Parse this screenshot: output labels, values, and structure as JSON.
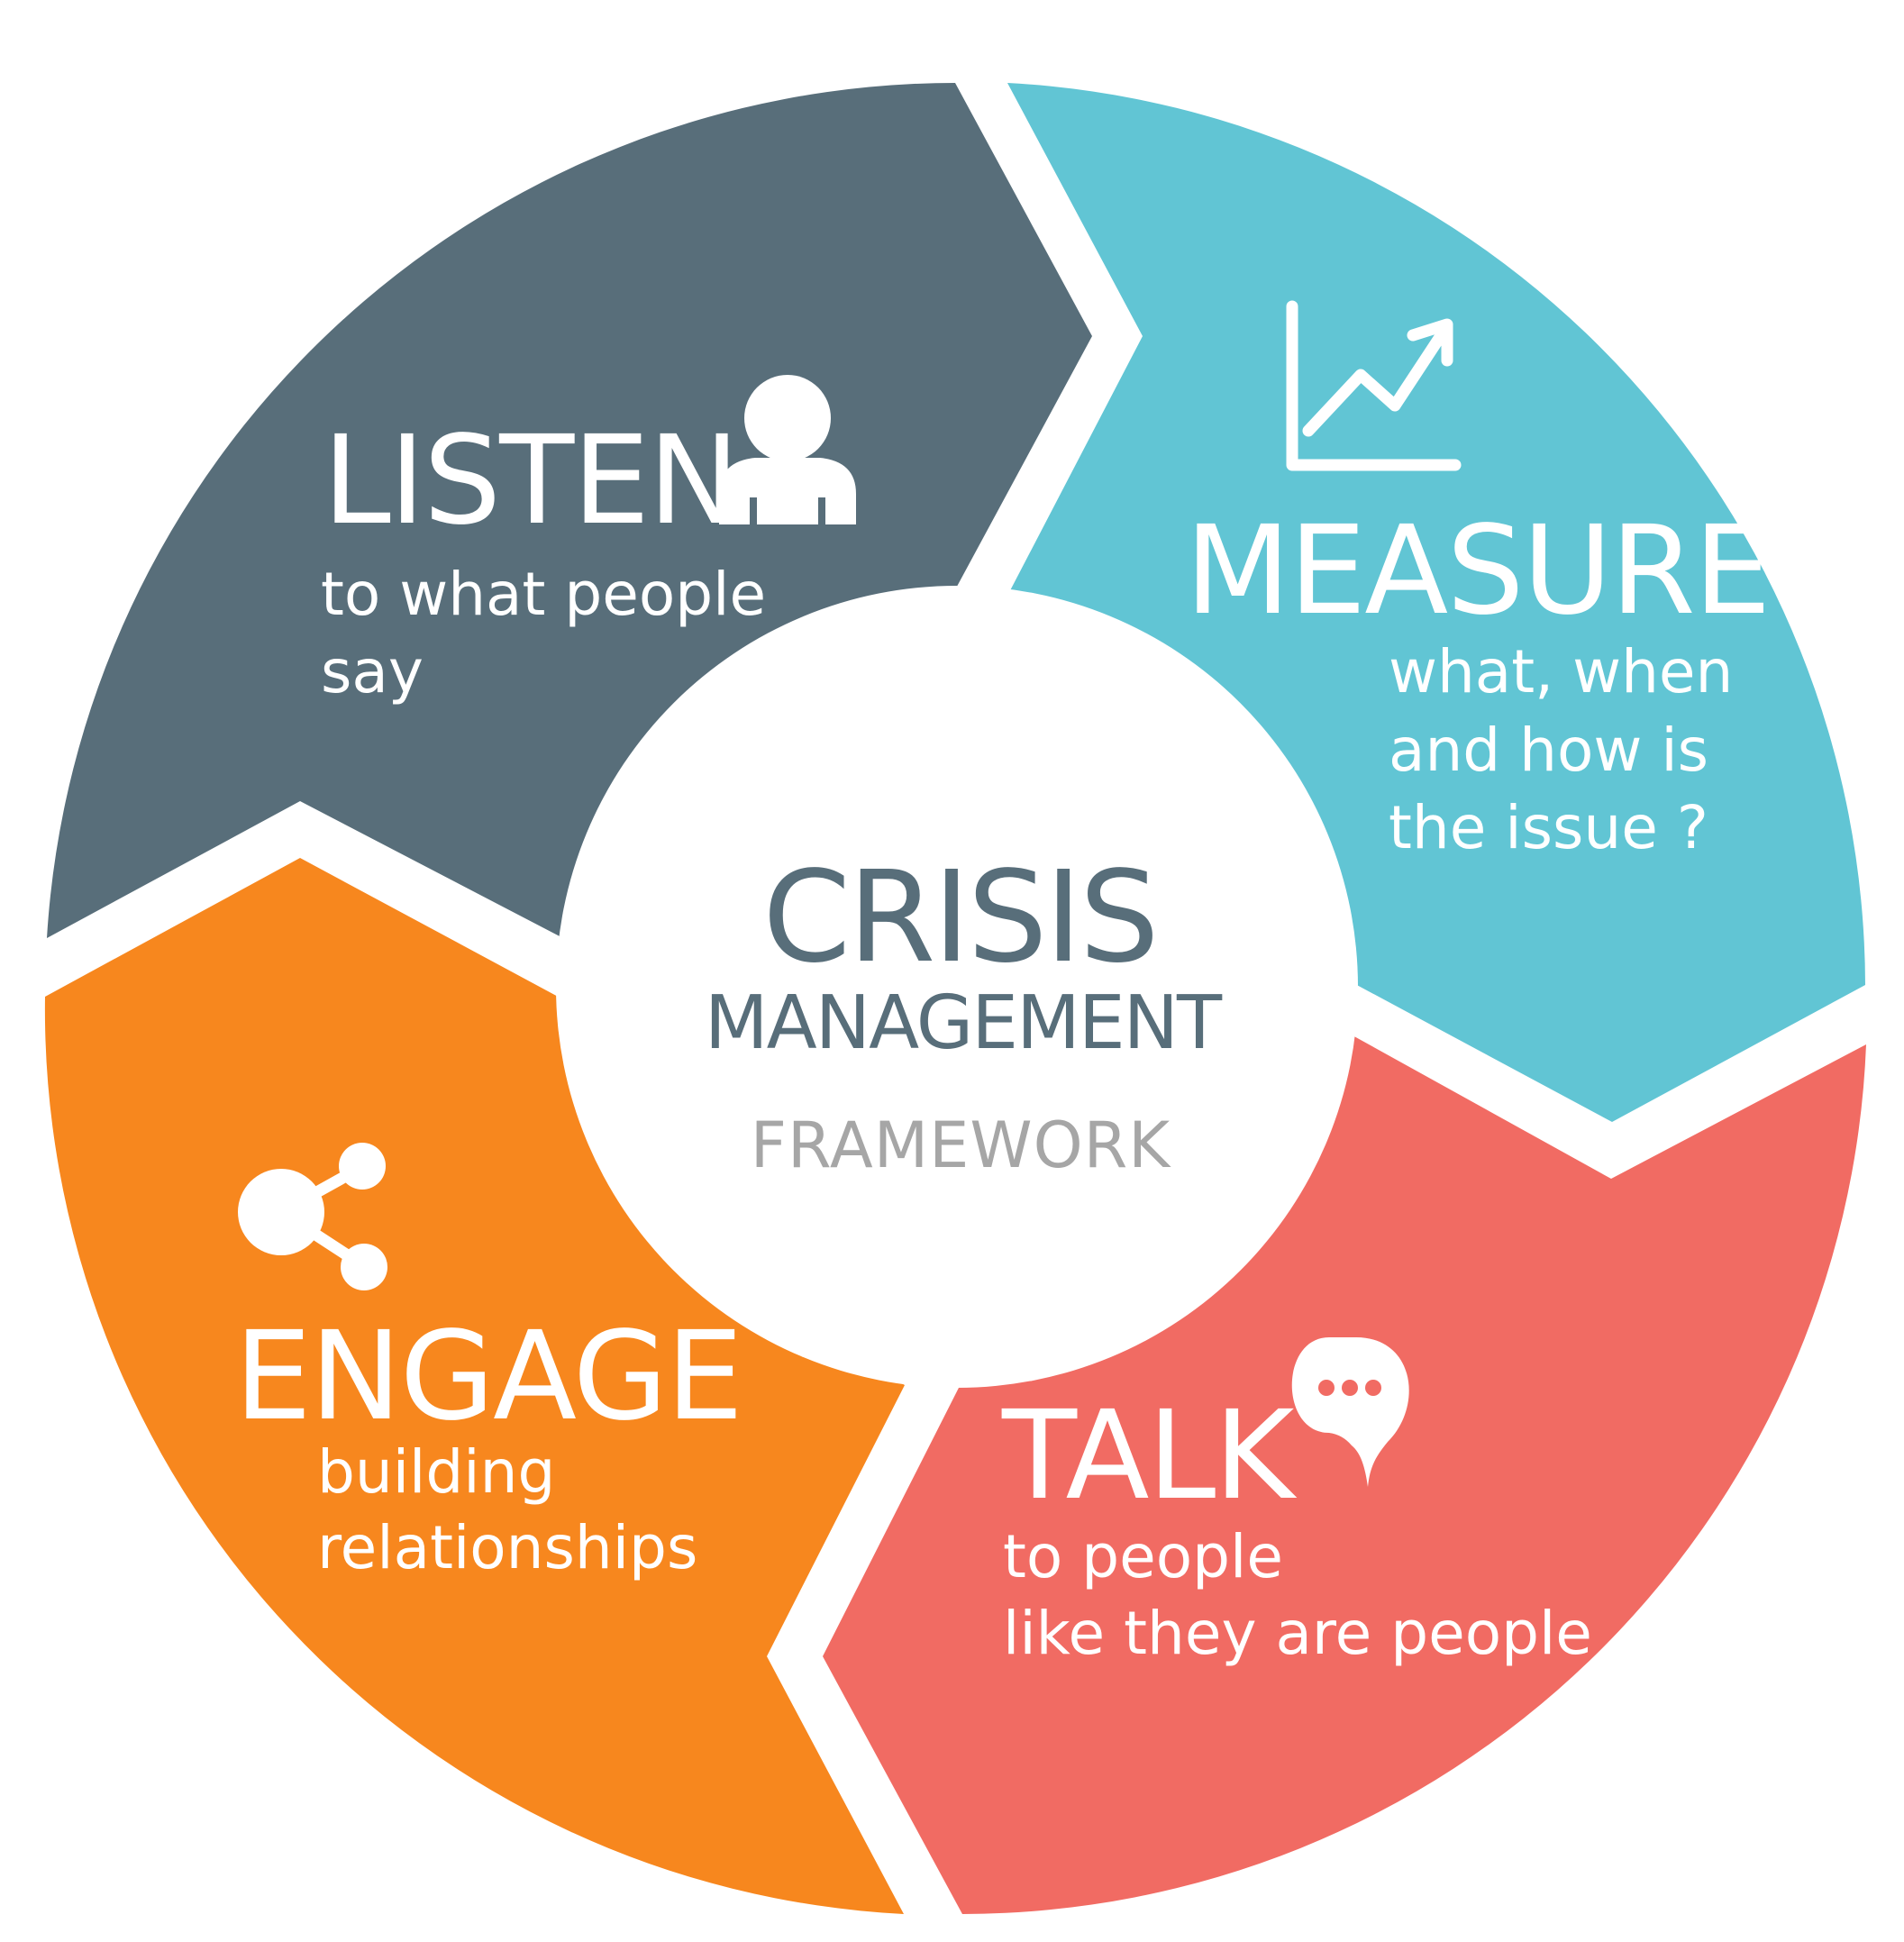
{
  "colors": {
    "listen": "#586e7a",
    "measure": "#61c5d4",
    "talk": "#f16b63",
    "engage": "#f7871e",
    "center_primary": "#586e7a",
    "center_secondary": "#a6a6a6",
    "background": "#ffffff"
  },
  "center": {
    "line1": "CRISIS",
    "line2": "MANAGEMENT",
    "line3": "FRAMEWORK"
  },
  "segments": {
    "listen": {
      "title": "LISTEN",
      "sub1": "to what people",
      "sub2": "say",
      "icon": "person-icon"
    },
    "measure": {
      "title": "MEASURE",
      "sub1": "what, when",
      "sub2": "and how is",
      "sub3": "the issue ?",
      "icon": "chart-arrow-icon"
    },
    "talk": {
      "title": "TALK",
      "sub1": "to people",
      "sub2": "like they are people",
      "icon": "speech-bubble-icon"
    },
    "engage": {
      "title": "ENGAGE",
      "sub1": "building",
      "sub2": "relationships",
      "icon": "share-icon"
    }
  }
}
